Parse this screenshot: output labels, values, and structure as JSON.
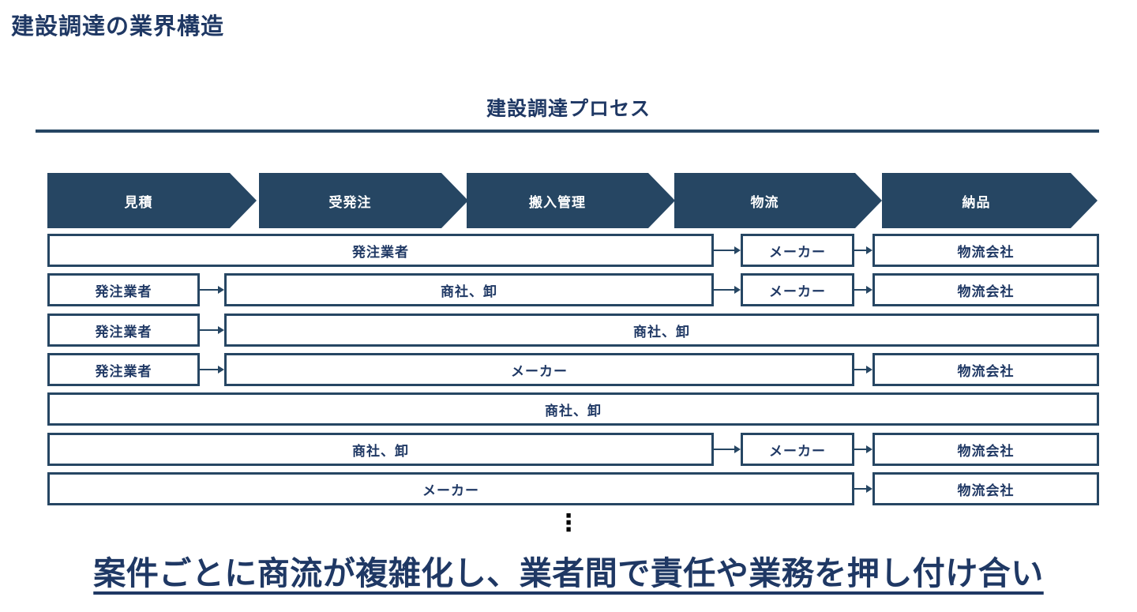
{
  "page": {
    "title": "建設調達の業界構造"
  },
  "process": {
    "title": "建設調達プロセス",
    "steps": [
      "見積",
      "受発注",
      "搬入管理",
      "物流",
      "納品"
    ]
  },
  "flow_rows": [
    {
      "boxes": [
        "発注業者",
        "メーカー",
        "物流会社"
      ]
    },
    {
      "boxes": [
        "発注業者",
        "商社、卸",
        "メーカー",
        "物流会社"
      ]
    },
    {
      "boxes": [
        "発注業者",
        "商社、卸"
      ]
    },
    {
      "boxes": [
        "発注業者",
        "メーカー",
        "物流会社"
      ]
    },
    {
      "boxes": [
        "商社、卸"
      ]
    },
    {
      "boxes": [
        "商社、卸",
        "メーカー",
        "物流会社"
      ]
    },
    {
      "boxes": [
        "メーカー",
        "物流会社"
      ]
    }
  ],
  "ellipsis": "⋮",
  "conclusion": "案件ごとに商流が複雑化し、業者間で責任や業務を押し付け合い",
  "colors": {
    "navy": "#264663",
    "ink": "#1f3864",
    "box_fill": "#ffffff",
    "step_text": "#ffffff",
    "ellipsis": "#000000"
  }
}
